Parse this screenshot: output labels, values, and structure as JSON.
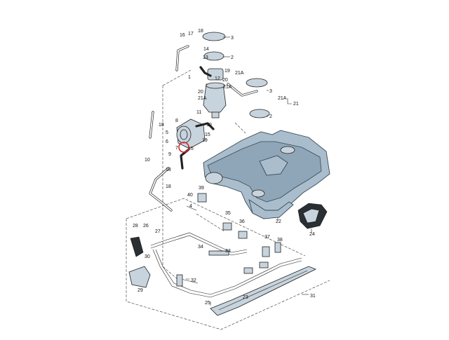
{
  "diagram": {
    "labels": [
      {
        "id": "l17",
        "text": "17"
      },
      {
        "id": "l18a",
        "text": "18"
      },
      {
        "id": "l16",
        "text": "16"
      },
      {
        "id": "l3a",
        "text": "3"
      },
      {
        "id": "l14",
        "text": "14"
      },
      {
        "id": "l2a",
        "text": "2"
      },
      {
        "id": "l13",
        "text": "13"
      },
      {
        "id": "l1",
        "text": "1"
      },
      {
        "id": "l19",
        "text": "19"
      },
      {
        "id": "l20a",
        "text": "20"
      },
      {
        "id": "l21Aa",
        "text": "21A"
      },
      {
        "id": "l21Ab",
        "text": "21A"
      },
      {
        "id": "l12",
        "text": "12"
      },
      {
        "id": "l20b",
        "text": "20"
      },
      {
        "id": "l21Ac",
        "text": "21A"
      },
      {
        "id": "l3b",
        "text": "3"
      },
      {
        "id": "l2b",
        "text": "2"
      },
      {
        "id": "l21Ad",
        "text": "21A"
      },
      {
        "id": "l21",
        "text": "21"
      },
      {
        "id": "l8",
        "text": "8"
      },
      {
        "id": "l11",
        "text": "11"
      },
      {
        "id": "l10a",
        "text": "10"
      },
      {
        "id": "l18b",
        "text": "18"
      },
      {
        "id": "l5",
        "text": "5"
      },
      {
        "id": "l6",
        "text": "6"
      },
      {
        "id": "l15a",
        "text": "15"
      },
      {
        "id": "l19b",
        "text": "19"
      },
      {
        "id": "l7",
        "text": "7"
      },
      {
        "id": "l15b",
        "text": "15"
      },
      {
        "id": "l10b",
        "text": "10"
      },
      {
        "id": "l9",
        "text": "9"
      },
      {
        "id": "l18c",
        "text": "18"
      },
      {
        "id": "l18d",
        "text": "18"
      },
      {
        "id": "l39",
        "text": "39"
      },
      {
        "id": "l40",
        "text": "40"
      },
      {
        "id": "l4",
        "text": "4"
      },
      {
        "id": "l22",
        "text": "22"
      },
      {
        "id": "l24",
        "text": "24"
      },
      {
        "id": "l35",
        "text": "35"
      },
      {
        "id": "l28",
        "text": "28"
      },
      {
        "id": "l26",
        "text": "26"
      },
      {
        "id": "l36",
        "text": "36"
      },
      {
        "id": "l27",
        "text": "27"
      },
      {
        "id": "l37",
        "text": "37"
      },
      {
        "id": "l33",
        "text": "33"
      },
      {
        "id": "l38",
        "text": "38"
      },
      {
        "id": "l34",
        "text": "34"
      },
      {
        "id": "l30",
        "text": "30"
      },
      {
        "id": "l32",
        "text": "32"
      },
      {
        "id": "l29",
        "text": "29"
      },
      {
        "id": "l31",
        "text": "31"
      },
      {
        "id": "l23",
        "text": "23"
      },
      {
        "id": "l25",
        "text": "25"
      }
    ],
    "highlighted_part": "7",
    "highlight_color": "#d6262a"
  }
}
